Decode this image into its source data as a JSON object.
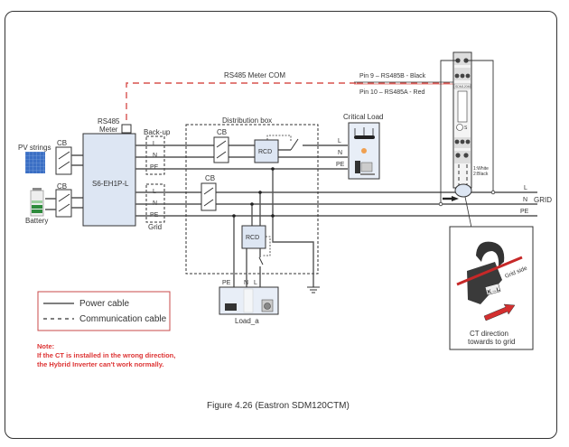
{
  "figure": {
    "caption": "Figure 4.26 (Eastron SDM120CTM)"
  },
  "labels": {
    "rs485_meter_com": "RS485  Meter COM",
    "pin9": "Pin 9 – RS485B - Black",
    "pin10": "Pin 10 – RS485A - Red",
    "rs485_meter_line1": "RS485",
    "rs485_meter_line2": "Meter",
    "pv_strings": "PV strings",
    "battery": "Battery",
    "cb": "CB",
    "inverter": "S6-EH1P-L",
    "backup": "Back-up",
    "grid_box": "Grid",
    "L": "L",
    "N": "N",
    "PE": "PE",
    "distribution_box": "Distribution box",
    "rcd": "RCD",
    "critical_load": "Critical Load",
    "load_a": "Load_a",
    "grid": "GRID",
    "ct_wires_line1": "1:White",
    "ct_wires_line2": "2:Black",
    "meter_model": "SDM120M",
    "meter_s": "S",
    "grid_side": "Grid side",
    "ct_kl": "K→L",
    "ct_direction_line1": "CT direction",
    "ct_direction_line2": "towards to grid"
  },
  "legend": {
    "power_cable": "Power cable",
    "communication_cable": "Communication cable"
  },
  "note": {
    "title": "Note:",
    "line1": "If the CT is installed in the wrong direction,",
    "line2": "the Hybrid Inverter can't work normally."
  },
  "colors": {
    "comm_cable": "#d9534f",
    "line": "#333333",
    "inverter_fill": "#dde6f3",
    "note_text": "#dd3333",
    "legend_border": "#c84a4a"
  }
}
